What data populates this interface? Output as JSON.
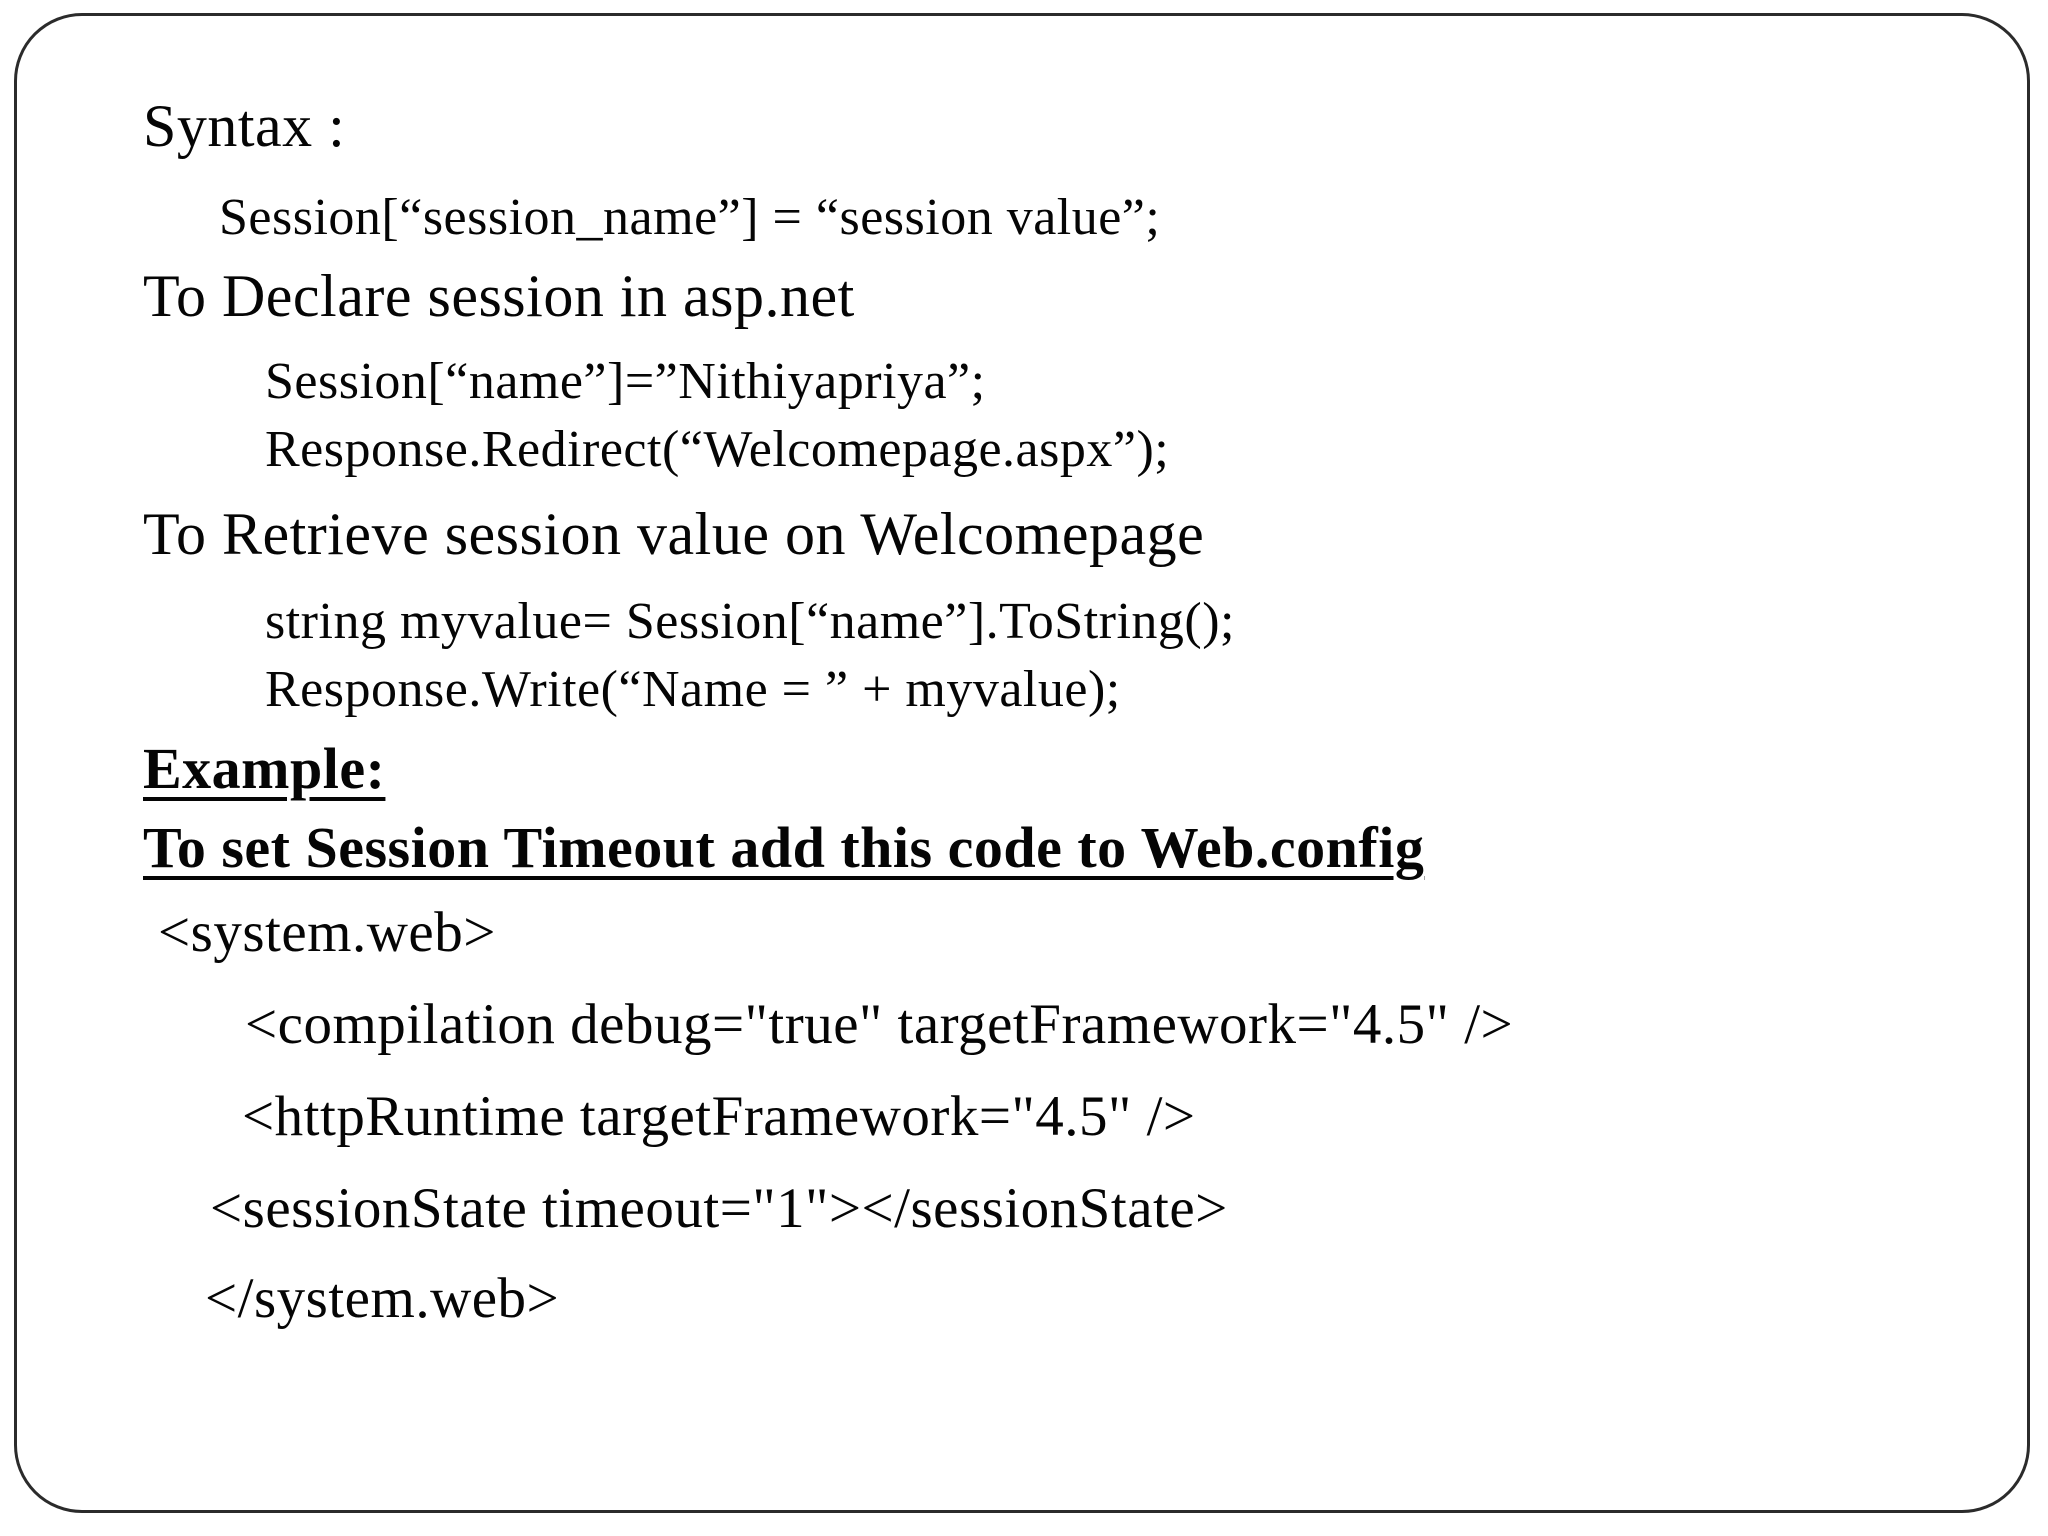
{
  "slide": {
    "background_color": "#ffffff",
    "border_color": "#2b2b2b",
    "text_color": "#050505",
    "sections": {
      "syntax": {
        "heading": "Syntax :",
        "code": "Session[“session_name”] = “session value”;"
      },
      "declare": {
        "heading": "To Declare session in asp.net",
        "code1": "Session[“name”]=”Nithiyapriya”;",
        "code2": "Response.Redirect(“Welcomepage.aspx”);"
      },
      "retrieve": {
        "heading": "To Retrieve session value on Welcomepage",
        "code1": "string myvalue= Session[“name”].ToString();",
        "code2": "Response.Write(“Name = ” + myvalue);"
      },
      "example": {
        "label": "Example:",
        "subtitle": "To set Session Timeout add this code to Web.config"
      },
      "webconfig": {
        "line1": "<system.web>",
        "line2": "<compilation debug=\"true\" targetFramework=\"4.5\" />",
        "line3": "<httpRuntime targetFramework=\"4.5\" />",
        "line4": "<sessionState timeout=\"1\"></sessionState>",
        "line5": "</system.web>"
      }
    }
  }
}
